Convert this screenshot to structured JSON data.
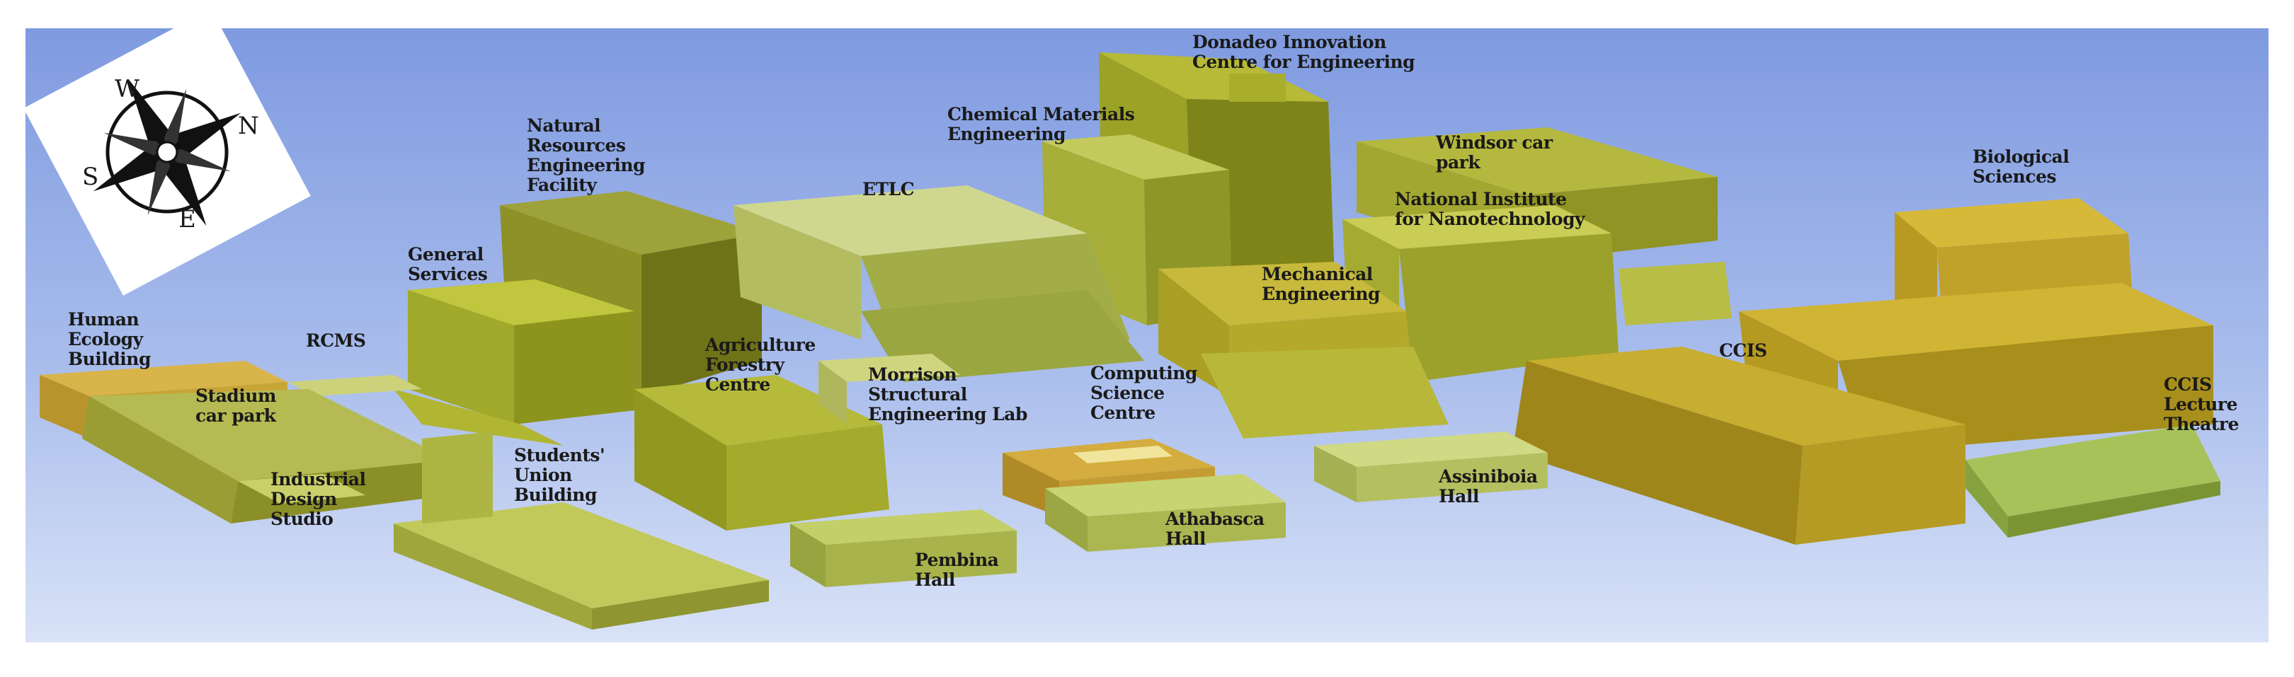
{
  "map": {
    "compass": {
      "n": "N",
      "e": "E",
      "s": "S",
      "w": "W"
    },
    "labels": {
      "donadeo": "Donadeo Innovation\nCentre for Engineering",
      "chemical": "Chemical Materials\nEngineering",
      "natural_resources": "Natural\nResources\nEngineering\nFacility",
      "etlc": "ETLC",
      "windsor": "Windsor car\npark",
      "nanotech": "National Institute\nfor Nanotechnology",
      "biological": "Biological\nSciences",
      "general_services": "General\nServices",
      "mechanical": "Mechanical\nEngineering",
      "human_ecology": "Human\nEcology\nBuilding",
      "rcms": "RCMS",
      "agriculture": "Agriculture\nForestry\nCentre",
      "morrison": "Morrison\nStructural\nEngineering Lab",
      "computing": "Computing\nScience\nCentre",
      "ccis": "CCIS",
      "ccis_lecture": "CCIS\nLecture\nTheatre",
      "stadium": "Stadium\ncar park",
      "students_union": "Students'\nUnion\nBuilding",
      "industrial": "Industrial\nDesign\nStudio",
      "assiniboia": "Assiniboia\nHall",
      "athabasca": "Athabasca\nHall",
      "pembina": "Pembina\nHall"
    }
  }
}
